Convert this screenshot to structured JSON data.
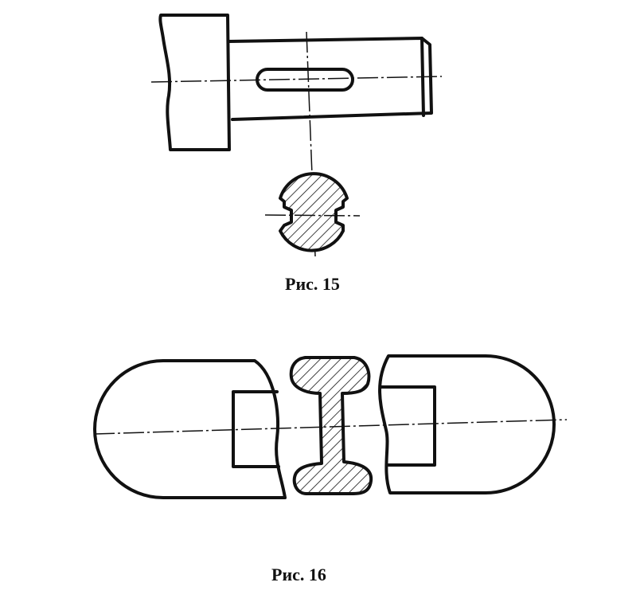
{
  "figures": [
    {
      "id": "fig15",
      "caption": "Рис. 15"
    },
    {
      "id": "fig16",
      "caption": "Рис. 16"
    }
  ]
}
